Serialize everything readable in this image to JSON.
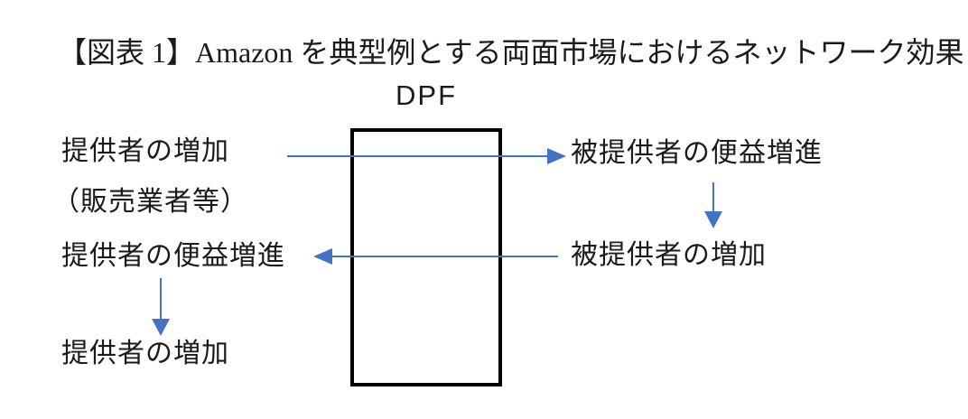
{
  "title": "【図表 1】Amazon を典型例とする両面市場におけるネットワーク効果",
  "diagram": {
    "box_label": "DPF",
    "nodes": {
      "provider_increase_top": "提供者の増加",
      "provider_note": "（販売業者等）",
      "provider_benefit": "提供者の便益増進",
      "provider_increase_bottom": "提供者の増加",
      "consumer_benefit": "被提供者の便益増進",
      "consumer_increase": "被提供者の増加"
    },
    "arrows": [
      {
        "name": "provider-increase-to-consumer-benefit",
        "from": "提供者の増加",
        "to": "被提供者の便益増進",
        "direction": "right"
      },
      {
        "name": "consumer-benefit-to-consumer-increase",
        "from": "被提供者の便益増進",
        "to": "被提供者の増加",
        "direction": "down"
      },
      {
        "name": "consumer-increase-to-provider-benefit",
        "from": "被提供者の増加",
        "to": "提供者の便益増進",
        "direction": "left"
      },
      {
        "name": "provider-benefit-to-provider-increase",
        "from": "提供者の便益増進",
        "to": "提供者の増加",
        "direction": "down"
      }
    ],
    "colors": {
      "arrow": "#4472C4",
      "box_border": "#000000",
      "text": "#1b1b1b",
      "background": "#ffffff"
    }
  }
}
